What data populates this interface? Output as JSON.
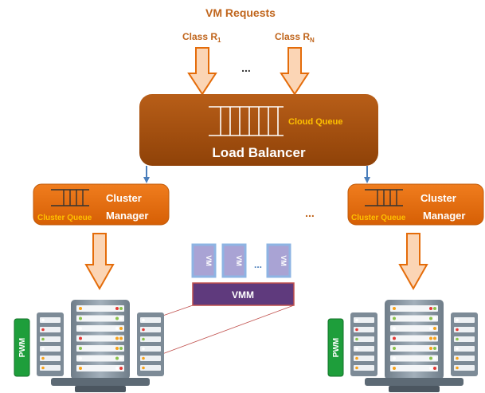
{
  "title": "VM Requests",
  "requests": {
    "class_first": {
      "base": "Class R",
      "sub": "1"
    },
    "class_last": {
      "base": "Class R",
      "sub": "N"
    },
    "ellipsis": "..."
  },
  "load_balancer": {
    "label": "Load Balancer",
    "queue_label": "Cloud Queue"
  },
  "clusters": [
    {
      "label_line1": "Cluster",
      "label_line2": "Manager",
      "queue_label": "Cluster Queue",
      "pwm_label": "PWM"
    },
    {
      "label_line1": "Cluster",
      "label_line2": "Manager",
      "queue_label": "Cluster Queue",
      "pwm_label": "PWM"
    }
  ],
  "clusters_ellipsis": "...",
  "virtualization": {
    "vm_label": "VM",
    "vm_ellipsis": "...",
    "vmm_label": "VMM"
  },
  "colors": {
    "title_text": "#c0651c",
    "balancer_fill": "#a8520f",
    "manager_fill": "#e46c0a",
    "queue_text": "#ffc000",
    "arrow_fill": "#fbd5b5",
    "arrow_stroke": "#e46c0a",
    "link_arrow": "#4a7ebb",
    "vm_fill": "#a9a3d4",
    "vm_border": "#8eb4e3",
    "vmm_fill": "#5f3a7d",
    "vmm_border": "#c0504d",
    "pwm_fill": "#1e9e3b",
    "server_fill": "#8c9aa6"
  }
}
